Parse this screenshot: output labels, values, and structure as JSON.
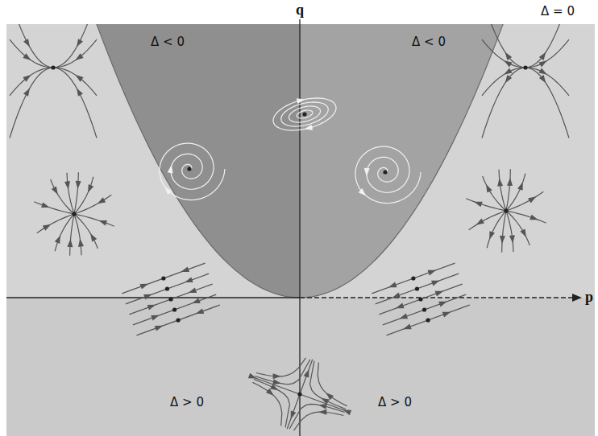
{
  "diagram": {
    "labels": [
      "q",
      "Δ = 0",
      "Δ < 0",
      "Δ < 0",
      "p",
      "Δ > 0",
      "Δ > 0"
    ]
  }
}
